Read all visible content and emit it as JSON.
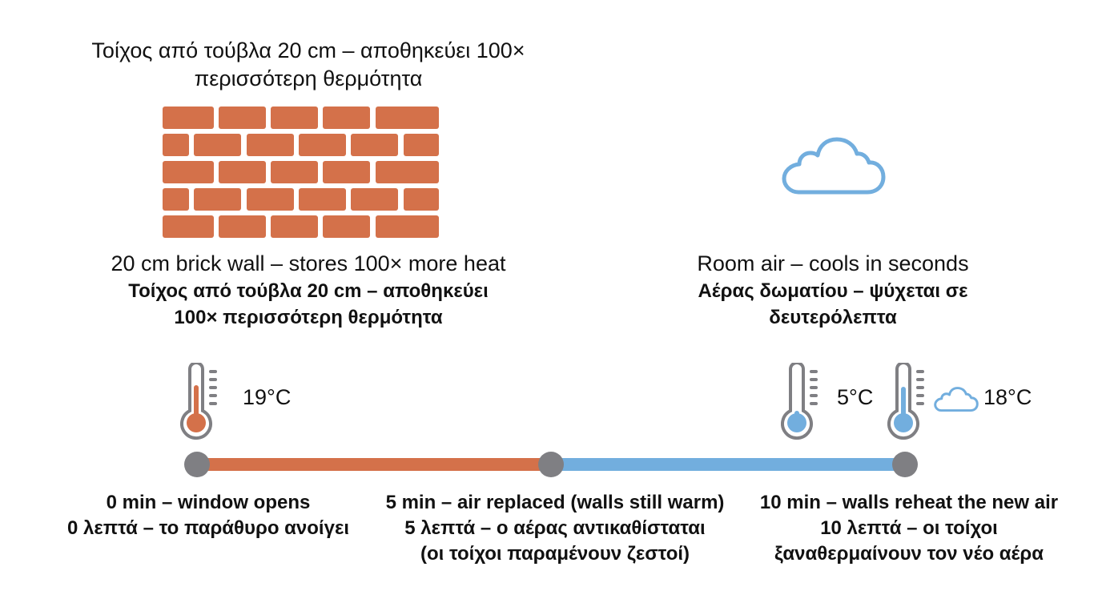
{
  "title": {
    "line1": "Τοίχος από τούβλα 20 cm – αποθηκεύει 100×",
    "line2": "περισσότερη θερμότητα"
  },
  "wall": {
    "icon": "brick-wall-icon",
    "label_en": "20 cm brick wall – stores 100× more heat",
    "label_el_1": "Τοίχος από τούβλα 20 cm – αποθηκεύει",
    "label_el_2": "100× περισσότερη θερμότητα"
  },
  "air": {
    "icon": "cloud-icon",
    "label_en": "Room air – cools in seconds",
    "label_el_1": "Αέρας δωματίου – ψύχεται σε",
    "label_el_2": "δευτερόλεπτα"
  },
  "timeline": {
    "warm_color": "#d4714a",
    "cool_color": "#72aede",
    "node_color": "#7f7f83",
    "readings": [
      {
        "icon": "thermometer-warm-icon",
        "value": "19°C"
      },
      {
        "icon": "thermometer-cold-icon",
        "value": "5°C"
      },
      {
        "icon": "thermometer-rising-icon",
        "extra_icon": "cloud-icon",
        "value": "18°C"
      }
    ],
    "steps": [
      {
        "en": "0 min – window opens",
        "el_1": "0 λεπτά – το παράθυρο ανοίγει",
        "el_2": ""
      },
      {
        "en": "5 min – air replaced (walls still warm)",
        "el_1": "5 λεπτά – ο αέρας αντικαθίσταται",
        "el_2": "(οι τοίχοι παραμένουν ζεστοί)"
      },
      {
        "en": "10 min – walls reheat the new air",
        "el_1": "10 λεπτά – οι τοίχοι",
        "el_2": "ξαναθερμαίνουν τον νέο αέρα"
      }
    ]
  }
}
